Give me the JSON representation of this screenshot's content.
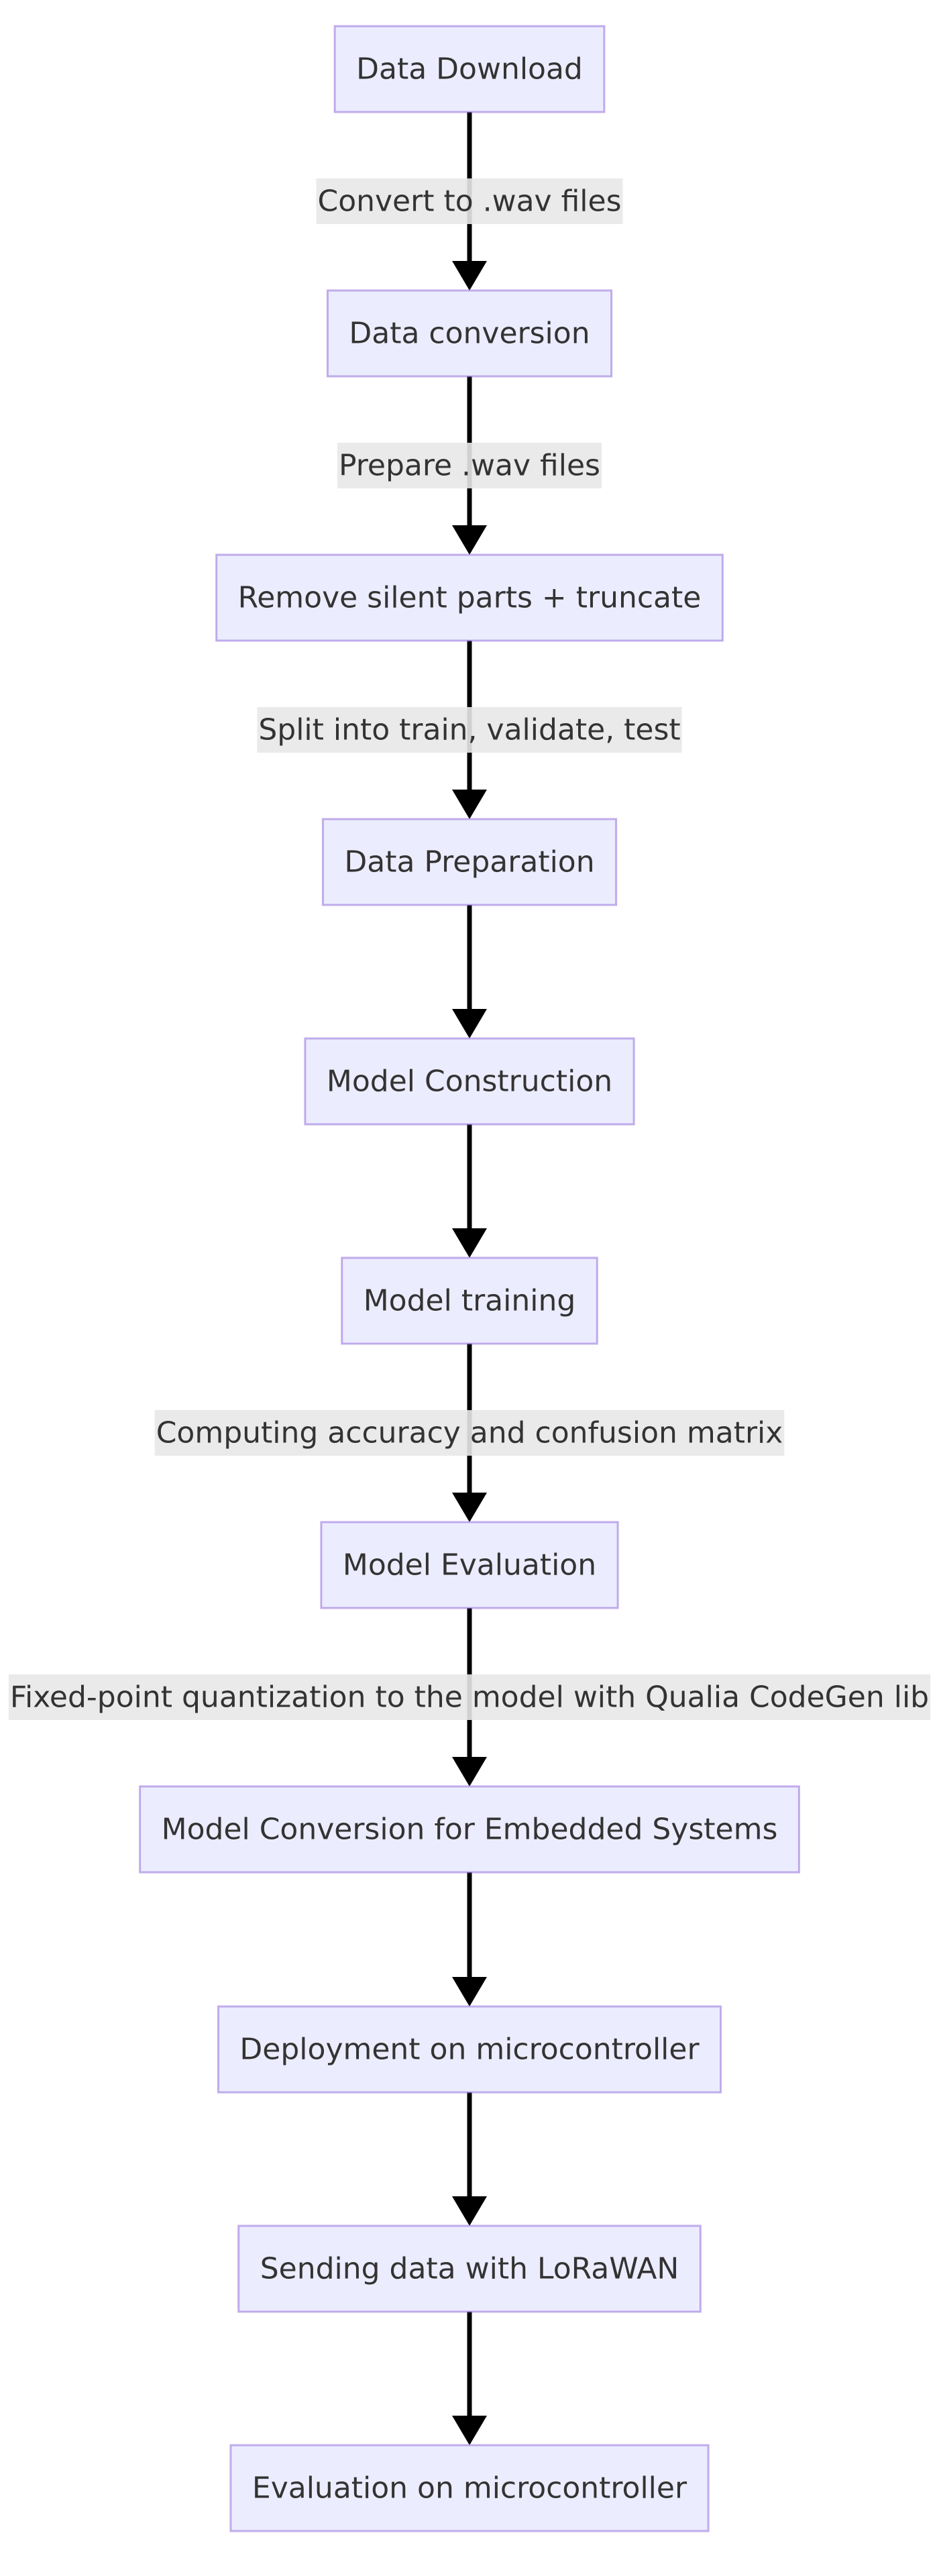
{
  "diagram": {
    "nodes": [
      {
        "id": "n1",
        "label": "Data Download"
      },
      {
        "id": "n2",
        "label": "Data conversion"
      },
      {
        "id": "n3",
        "label": "Remove silent parts + truncate"
      },
      {
        "id": "n4",
        "label": "Data Preparation"
      },
      {
        "id": "n5",
        "label": "Model Construction"
      },
      {
        "id": "n6",
        "label": "Model training"
      },
      {
        "id": "n7",
        "label": "Model Evaluation"
      },
      {
        "id": "n8",
        "label": "Model Conversion for Embedded Systems"
      },
      {
        "id": "n9",
        "label": "Deployment on microcontroller"
      },
      {
        "id": "n10",
        "label": "Sending data with LoRaWAN"
      },
      {
        "id": "n11",
        "label": "Evaluation on microcontroller"
      }
    ],
    "edges": [
      {
        "from": "n1",
        "to": "n2",
        "label": "Convert to .wav files"
      },
      {
        "from": "n2",
        "to": "n3",
        "label": "Prepare .wav files"
      },
      {
        "from": "n3",
        "to": "n4",
        "label": "Split into train, validate, test"
      },
      {
        "from": "n4",
        "to": "n5",
        "label": ""
      },
      {
        "from": "n5",
        "to": "n6",
        "label": ""
      },
      {
        "from": "n6",
        "to": "n7",
        "label": "Computing accuracy and confusion matrix"
      },
      {
        "from": "n7",
        "to": "n8",
        "label": "Fixed-point quantization to the model with Qualia CodeGen lib"
      },
      {
        "from": "n8",
        "to": "n9",
        "label": ""
      },
      {
        "from": "n9",
        "to": "n10",
        "label": ""
      },
      {
        "from": "n10",
        "to": "n11",
        "label": ""
      }
    ]
  }
}
